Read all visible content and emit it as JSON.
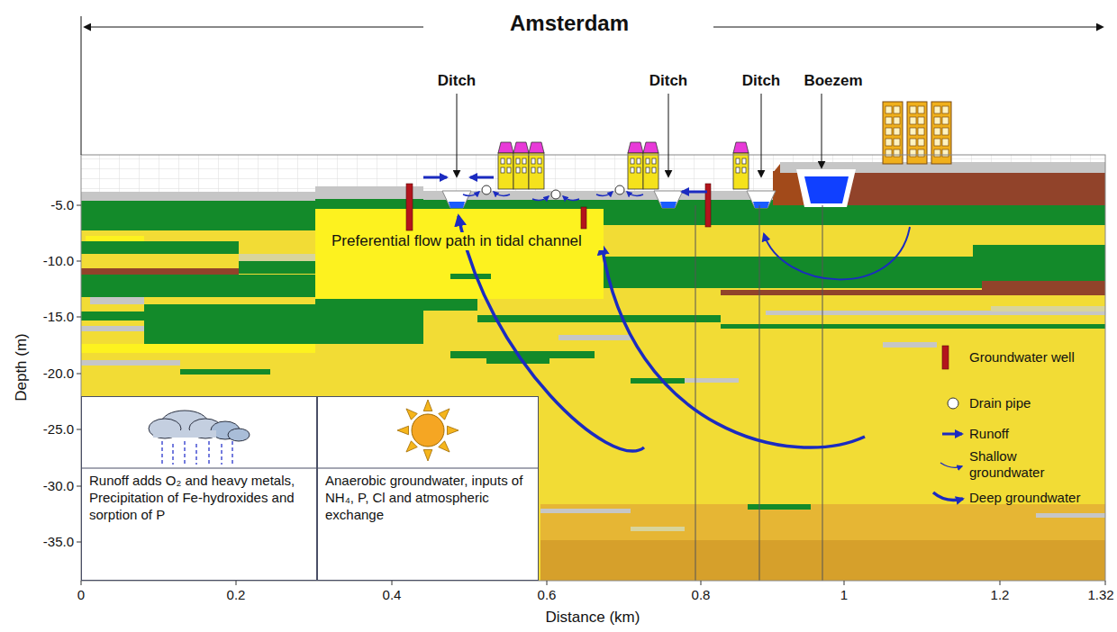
{
  "diagram": {
    "title": "Amsterdam",
    "nodes": [
      {
        "text": [
          "Runoff adds O₂ and heavy metals, Precipitation of Fe-hydroxides and sorption of P"
        ]
      },
      {
        "text": [
          "Anaerobic groundwater, inputs of NH₄, P, Cl and atmospheric exchange"
        ]
      }
    ],
    "labels": [
      "Ditch",
      "Ditch",
      "Ditch",
      "Boezem",
      "Preferential flow path in tidal channel",
      "Depth (m)",
      "Distance (km)",
      "-5.0",
      "-10.0",
      "-15.0",
      "-20.0",
      "-25.0",
      "-30.0",
      "-35.0",
      "0",
      "0.2",
      "0.4",
      "0.6",
      "0.8",
      "1",
      "1.2",
      "1.32"
    ],
    "legend": [
      {
        "text": "Groundwater well",
        "color": "#b3141c"
      },
      {
        "text": "Drain pipe"
      },
      {
        "text": "Runoff"
      },
      {
        "text": "Shallow groundwater"
      },
      {
        "text": "Deep groundwater"
      }
    ]
  }
}
